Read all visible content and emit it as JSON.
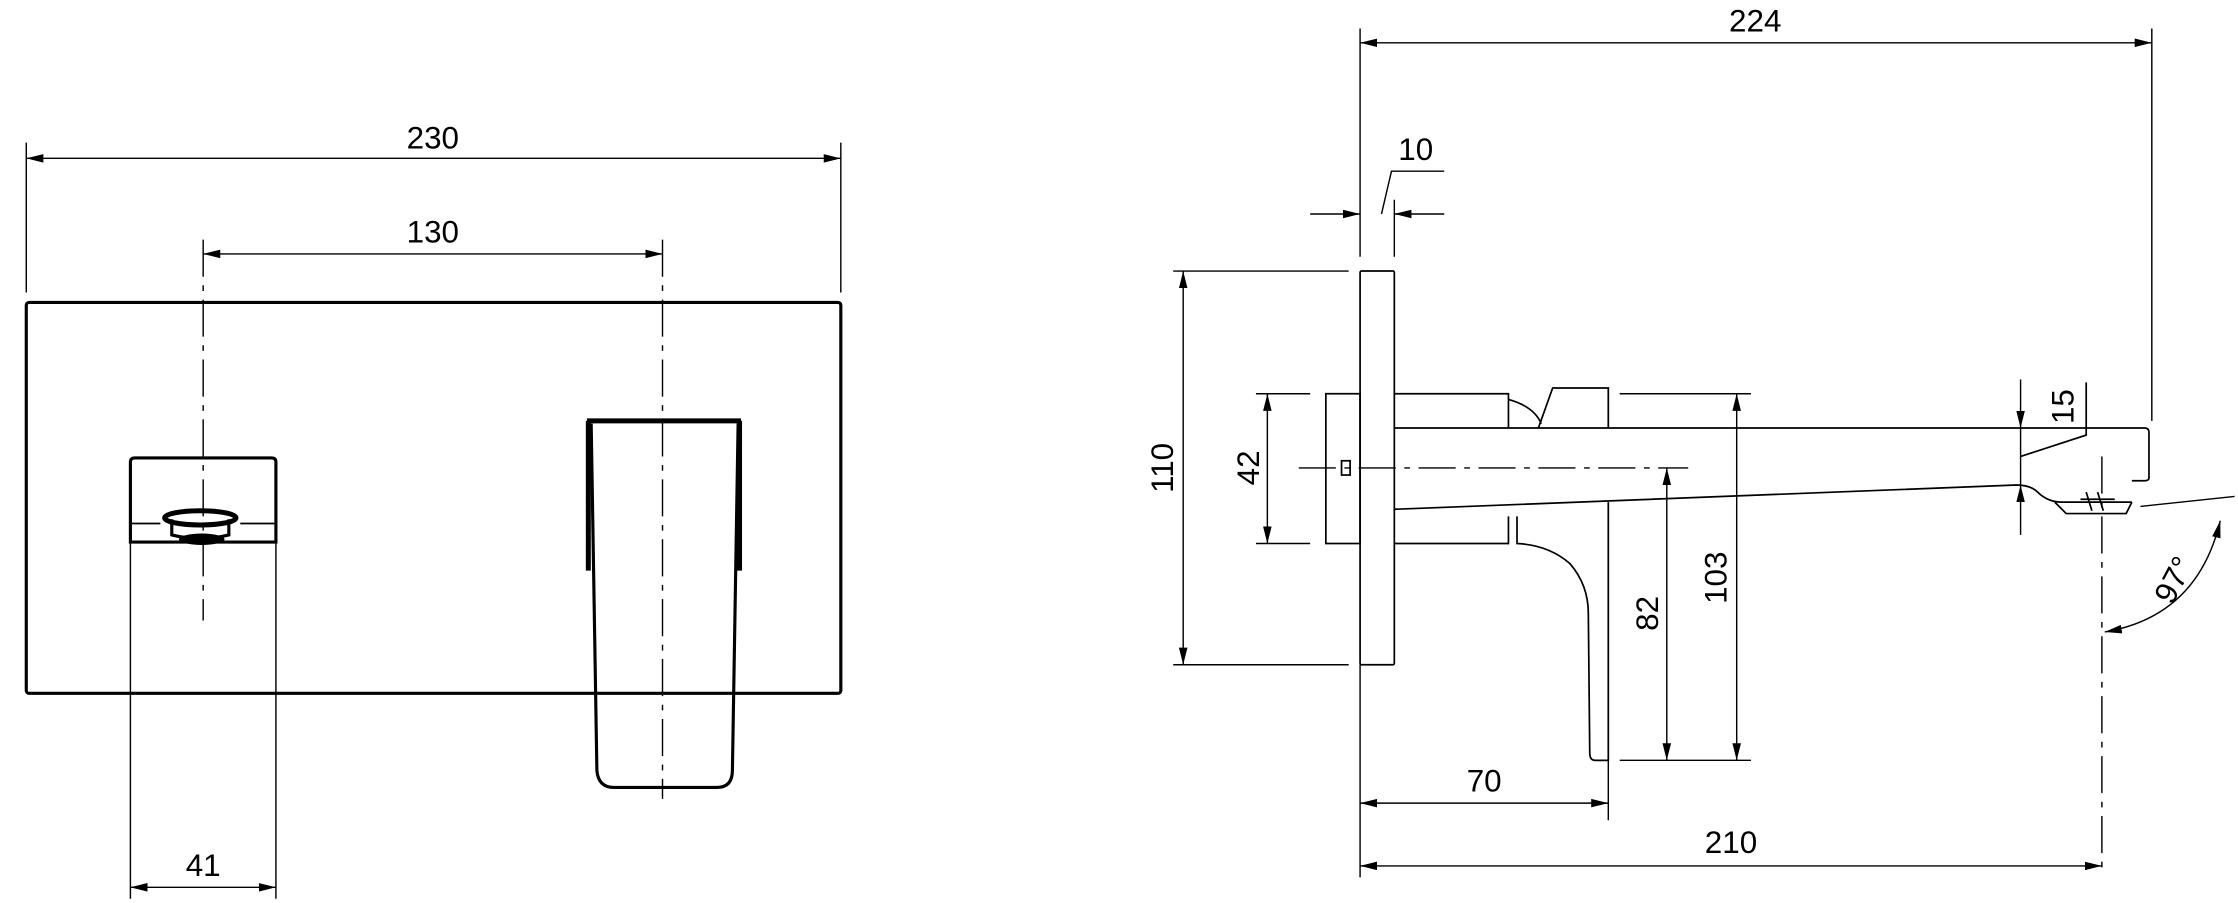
{
  "front_view": {
    "overall_width": "230",
    "centre_distance": "130",
    "handle_width": "41"
  },
  "side_view": {
    "overall_projection": "224",
    "plate_thickness": "10",
    "plate_height": "110",
    "box_height": "42",
    "spout_height_82": "82",
    "spout_height_103": "103",
    "spout_thickness": "15",
    "spout_angle": "97°",
    "handle_projection": "70",
    "spout_projection": "210"
  },
  "colors": {
    "line": "#000000",
    "background": "#ffffff"
  }
}
